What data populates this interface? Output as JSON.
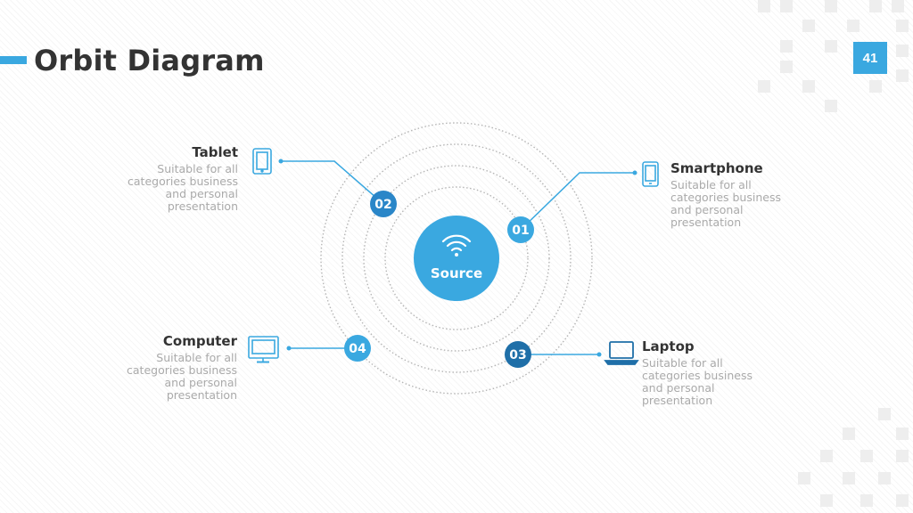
{
  "slide": {
    "title": "Orbit Diagram",
    "page_number": "41"
  },
  "colors": {
    "accent": "#3aa8e0",
    "dark_accent": "#1f6fa8",
    "orbit_ring": "#b5b5b5",
    "title_text": "#333333",
    "desc_text": "#aaaaaa"
  },
  "center": {
    "label": "Source",
    "icon": "wifi-icon"
  },
  "items": [
    {
      "number": "01",
      "name": "Smartphone",
      "description": "Suitable for all\ncategories business\nand personal\npresentation",
      "icon": "smartphone-icon"
    },
    {
      "number": "02",
      "name": "Tablet",
      "description": "Suitable for all\ncategories business\nand personal\npresentation",
      "icon": "tablet-icon"
    },
    {
      "number": "03",
      "name": "Laptop",
      "description": "Suitable for all\ncategories business\nand personal\npresentation",
      "icon": "laptop-icon"
    },
    {
      "number": "04",
      "name": "Computer",
      "description": "Suitable for all\ncategories business\nand personal\npresentation",
      "icon": "computer-icon"
    }
  ]
}
